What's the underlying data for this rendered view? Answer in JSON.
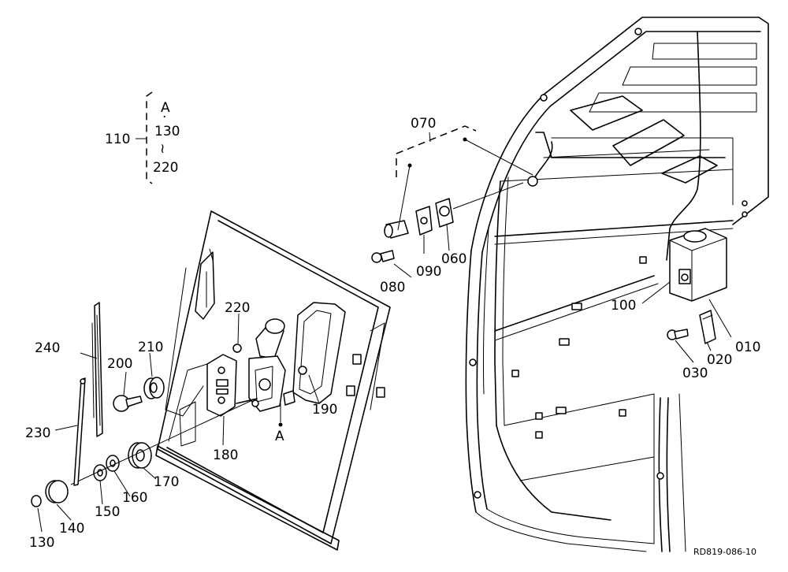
{
  "group": {
    "id": "110",
    "ref_letter": "A",
    "dot": "·",
    "range_start": "130",
    "range_sep": "≀",
    "range_end": "220"
  },
  "callouts": {
    "p010": "010",
    "p020": "020",
    "p030": "030",
    "p060": "060",
    "p070": "070",
    "p080": "080",
    "p090": "090",
    "p100": "100",
    "p130": "130",
    "p140": "140",
    "p150": "150",
    "p160": "160",
    "p170": "170",
    "p180": "180",
    "p190": "190",
    "p200": "200",
    "p210": "210",
    "p220": "220",
    "p230": "230",
    "p240": "240",
    "ref_a": "A"
  },
  "drawing_number": "RD819-086-10"
}
